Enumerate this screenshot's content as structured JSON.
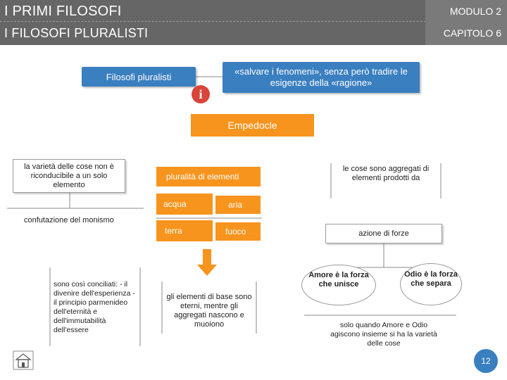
{
  "header": {
    "title": "I PRIMI FILOSOFI",
    "subtitle": "I FILOSOFI PLURALISTI",
    "module": "MODULO 2",
    "chapter": "CAPITOLO 6"
  },
  "diagram": {
    "pluralists_label": "Filosofi pluralisti",
    "quote": "«salvare i fenomeni», senza però tradire le esigenze della «ragione»",
    "info_badge": "i",
    "empedocle": "Empedocle",
    "variety": "la varietà delle cose non è riconducibile a un solo elemento",
    "refutation": "confutazione del monismo",
    "conciliated": "sono così conciliati: - il divenire dell'esperienza - il principio parmenideo dell'eternità e dell'immutabilità dell'essere",
    "plurality": "pluralità di elementi",
    "elements": [
      "acqua",
      "aria",
      "terra",
      "fuoco"
    ],
    "eternal": "gli elementi di base sono eterni, mentre gli aggregati nascono e muoiono",
    "aggregates": "le cose sono aggregati di elementi prodotti da",
    "forces": "azione di forze",
    "love": "Amore è la forza che unisce",
    "hate": "Odio è la forza che separa",
    "together": "solo quando Amore e Odio agiscono insieme si ha la varietà delle cose"
  },
  "footer": {
    "page_number": "12"
  },
  "colors": {
    "header_bg": "#666666",
    "blue": "#3a7fc0",
    "orange": "#f7941d",
    "badge_red": "#d9453a"
  }
}
